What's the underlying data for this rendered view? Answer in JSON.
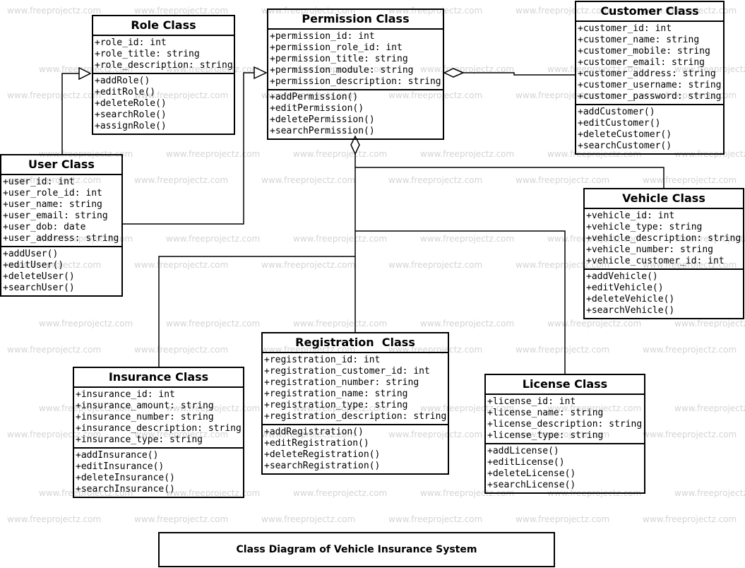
{
  "watermark": "www.freeprojectz.com",
  "caption": "Class Diagram of Vehicle Insurance System",
  "classes": {
    "role": {
      "name": "Role Class",
      "attributes": [
        "+role_id: int",
        "+role_title: string",
        "+role_description: string"
      ],
      "methods": [
        "+addRole()",
        "+editRole()",
        "+deleteRole()",
        "+searchRole()",
        "+assignRole()"
      ]
    },
    "permission": {
      "name": "Permission Class",
      "attributes": [
        "+permission_id: int",
        "+permission_role_id: int",
        "+permission_title: string",
        "+permission_module: string",
        "+permission_description: string"
      ],
      "methods": [
        "+addPermission()",
        "+editPermission()",
        "+deletePermission()",
        "+searchPermission()"
      ]
    },
    "customer": {
      "name": "Customer Class",
      "attributes": [
        "+customer_id: int",
        "+customer_name: string",
        "+customer_mobile: string",
        "+customer_email: string",
        "+customer_address: string",
        "+customer_username: string",
        "+customer_password: string"
      ],
      "methods": [
        "+addCustomer()",
        "+editCustomer()",
        "+deleteCustomer()",
        "+searchCustomer()"
      ]
    },
    "user": {
      "name": "User Class",
      "attributes": [
        "+user_id: int",
        "+user_role_id: int",
        "+user_name: string",
        "+user_email: string",
        "+user_dob: date",
        "+user_address: string"
      ],
      "methods": [
        "+addUser()",
        "+editUser()",
        "+deleteUser()",
        "+searchUser()"
      ]
    },
    "vehicle": {
      "name": "Vehicle Class",
      "attributes": [
        "+vehicle_id: int",
        "+vehicle_type: string",
        "+vehicle_description: string",
        "+vehicle_number: string",
        "+vehicle_customer_id: int"
      ],
      "methods": [
        "+addVehicle()",
        "+editVehicle()",
        "+deleteVehicle()",
        "+searchVehicle()"
      ]
    },
    "registration": {
      "name": "Registration  Class",
      "attributes": [
        "+registration_id: int",
        "+registration_customer_id: int",
        "+registration_number: string",
        "+registration_name: string",
        "+registration_type: string",
        "+registration_description: string"
      ],
      "methods": [
        "+addRegistration()",
        "+editRegistration()",
        "+deleteRegistration()",
        "+searchRegistration()"
      ]
    },
    "insurance": {
      "name": "Insurance Class",
      "attributes": [
        "+insurance_id: int",
        "+insurance_amount: string",
        "+insurance_number: string",
        "+insurance_description: string",
        "+insurance_type: string"
      ],
      "methods": [
        "+addInsurance()",
        "+editInsurance()",
        "+deleteInsurance()",
        "+searchInsurance()"
      ]
    },
    "license": {
      "name": "License Class",
      "attributes": [
        "+license_id: int",
        "+license_name: string",
        "+license_description: string",
        "+license_type: string"
      ],
      "methods": [
        "+addLicense()",
        "+editLicense()",
        "+deleteLicense()",
        "+searchLicense()"
      ]
    }
  },
  "colors": {
    "line": "#000000",
    "watermark": "#d4d4d4",
    "background": "#ffffff"
  }
}
